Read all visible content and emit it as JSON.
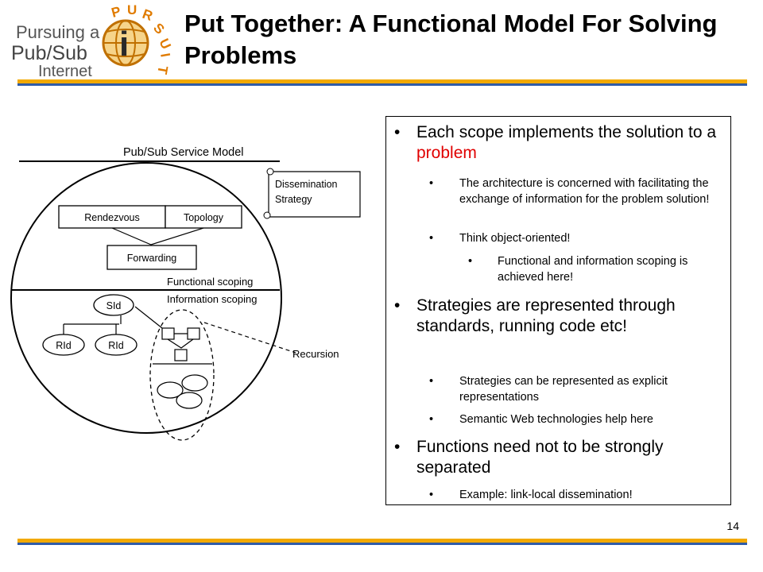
{
  "logo": {
    "line1": "Pursuing a",
    "line2": "Pub/Sub",
    "line3": "Internet",
    "arc_text": "PURSUIT",
    "mark_letter": "i"
  },
  "title": "Put Together: A Functional Model For Solving Problems",
  "page_number": "14",
  "diagram": {
    "service_model_label": "Pub/Sub Service Model",
    "rendezvous": "Rendezvous",
    "topology": "Topology",
    "forwarding": "Forwarding",
    "functional_scoping": "Functional scoping",
    "information_scoping": "Information scoping",
    "sid": "SId",
    "rid1": "RId",
    "rid2": "RId",
    "recursion": "Recursion",
    "dissemination_line1": "Dissemination",
    "dissemination_line2": "Strategy"
  },
  "bullets": {
    "b1_text": "Each scope implements the solution to a ",
    "b1_highlight": "problem",
    "b1_sub1": "The architecture is concerned with facilitating the exchange of information for the problem solution!",
    "b1_sub2": "Think object-oriented!",
    "b1_sub2_sub1": "Functional and information scoping is achieved here!",
    "b2_text": "Strategies are represented through standards, running code etc!",
    "b2_sub1": "Strategies can be represented as explicit representations",
    "b2_sub2": "Semantic Web technologies help here",
    "b3_text": "Functions need not to be strongly separated",
    "b3_sub1": "Example: link-local dissemination!",
    "bullet_char": "•"
  },
  "colors": {
    "accent_orange": "#f2a900",
    "accent_blue": "#2f5ba8",
    "highlight_red": "#e00000"
  }
}
